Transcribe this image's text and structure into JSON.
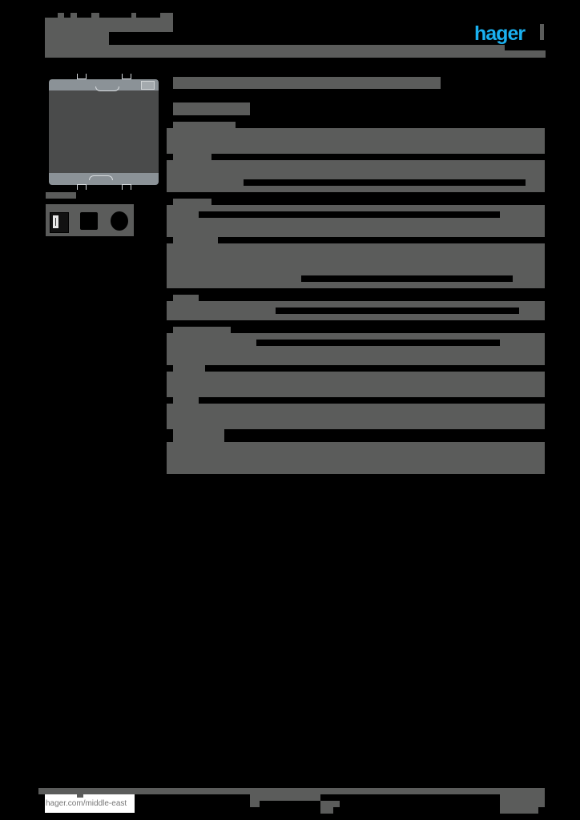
{
  "document": {
    "type": "product datasheet (redacted)",
    "redaction_color": "#5b5c5b",
    "background_color": "#000000"
  },
  "header": {
    "title_redacted": true,
    "brand_logo": {
      "text": "hager",
      "color": "#1ab0ef"
    }
  },
  "product": {
    "image": {
      "icon": "wall-plate-rocker-photo",
      "plate_color": "#8b9297",
      "rocker_color": "#4a4b4b"
    },
    "accessories_label_redacted": true,
    "accessory_thumbnails": [
      {
        "icon": "usb-socket-icon"
      },
      {
        "icon": "rj45-socket-icon"
      },
      {
        "icon": "round-socket-icon"
      }
    ]
  },
  "content": {
    "heading_redacted": true,
    "subheading_redacted": true,
    "sections_redacted_count": 11
  },
  "footer": {
    "url": "hager.com/middle-east"
  }
}
